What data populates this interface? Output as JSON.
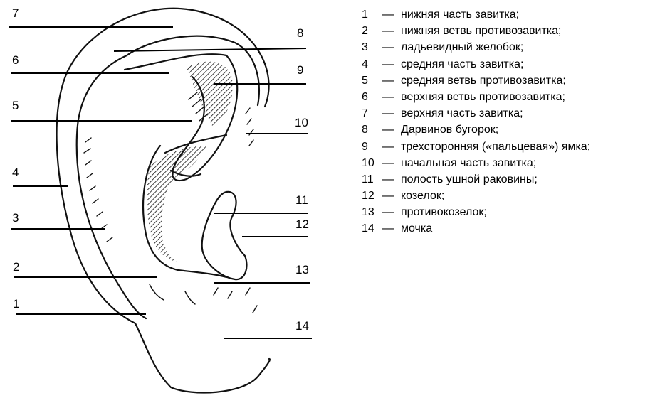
{
  "callouts": [
    {
      "num": "1"
    },
    {
      "num": "2"
    },
    {
      "num": "3"
    },
    {
      "num": "4"
    },
    {
      "num": "5"
    },
    {
      "num": "6"
    },
    {
      "num": "7"
    },
    {
      "num": "8"
    },
    {
      "num": "9"
    },
    {
      "num": "10"
    },
    {
      "num": "11"
    },
    {
      "num": "12"
    },
    {
      "num": "13"
    },
    {
      "num": "14"
    }
  ],
  "legend": [
    {
      "num": "1",
      "dash": "—",
      "text": "нижняя часть завитка;"
    },
    {
      "num": "2",
      "dash": "—",
      "text": "нижняя ветвь противозавитка;"
    },
    {
      "num": "3",
      "dash": "—",
      "text": "ладьевидный желобок;"
    },
    {
      "num": "4",
      "dash": "—",
      "text": "средняя часть завитка;"
    },
    {
      "num": "5",
      "dash": "—",
      "text": "средняя ветвь противозавитка;"
    },
    {
      "num": "6",
      "dash": "—",
      "text": "верхняя ветвь противозавитка;"
    },
    {
      "num": "7",
      "dash": "—",
      "text": "верхняя часть завитка;"
    },
    {
      "num": "8",
      "dash": "—",
      "text": "Дарвинов бугорок;"
    },
    {
      "num": "9",
      "dash": "—",
      "text": "трехсторонняя («пальцевая») ямка;"
    },
    {
      "num": "10",
      "dash": "—",
      "text": "начальная часть завитка;"
    },
    {
      "num": "11",
      "dash": "—",
      "text": "полость ушной раковины;"
    },
    {
      "num": "12",
      "dash": "—",
      "text": "козелок;"
    },
    {
      "num": "13",
      "dash": "—",
      "text": "противокозелок;"
    },
    {
      "num": "14",
      "dash": "—",
      "text": "мочка"
    }
  ]
}
